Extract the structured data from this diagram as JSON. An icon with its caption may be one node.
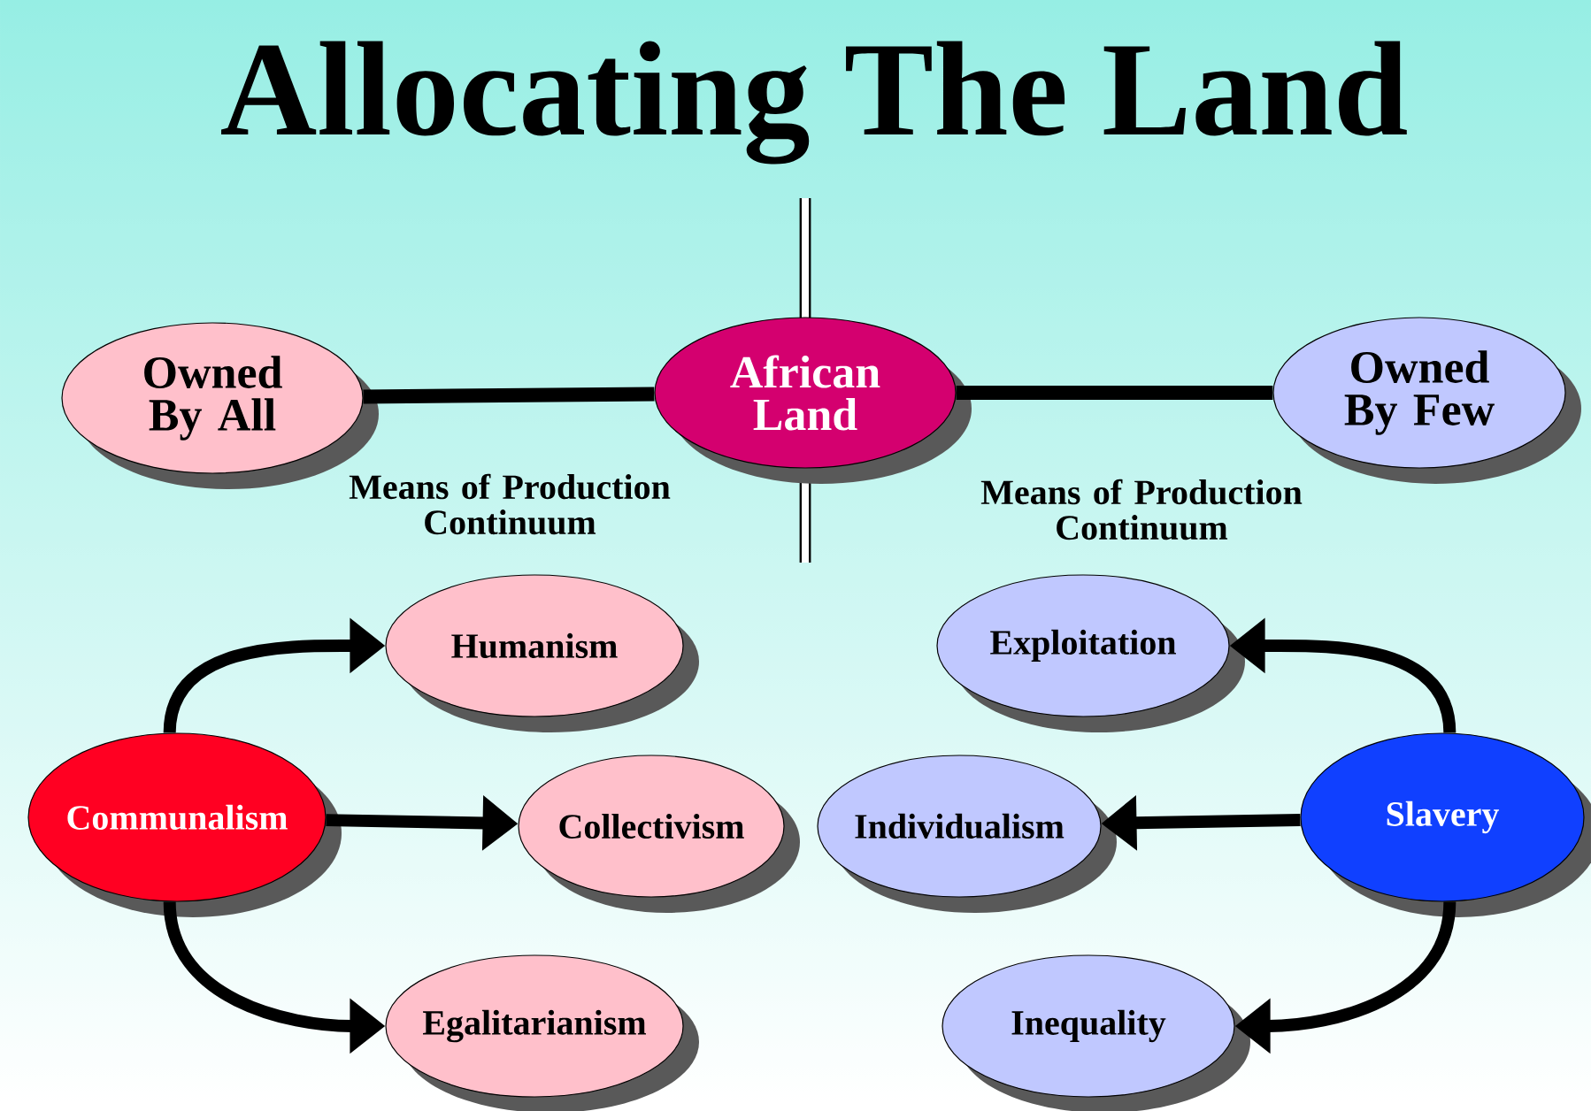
{
  "diagram": {
    "title": "Allocating The Land",
    "nodes": [
      {
        "text": [
          "Owned By All"
        ]
      },
      {
        "text": [
          "African Land"
        ]
      },
      {
        "text": [
          "Owned By Few"
        ]
      },
      {
        "text": [
          "Humanism"
        ]
      },
      {
        "text": [
          "Exploitation"
        ]
      },
      {
        "text": [
          "Communalism"
        ]
      },
      {
        "text": [
          "Collectivism"
        ]
      },
      {
        "text": [
          "Individualism"
        ]
      },
      {
        "text": [
          "Slavery"
        ]
      },
      {
        "text": [
          "Egalitarianism"
        ]
      },
      {
        "text": [
          "Inequality"
        ]
      }
    ],
    "edges": [
      {
        "from": 0,
        "to": 1,
        "arrow": "none",
        "label": "Means of Production Continuum"
      },
      {
        "from": 1,
        "to": 2,
        "arrow": "none",
        "label": "Means of Production Continuum"
      },
      {
        "from": 5,
        "to": 3,
        "arrow": "to"
      },
      {
        "from": 5,
        "to": 6,
        "arrow": "to"
      },
      {
        "from": 5,
        "to": 9,
        "arrow": "to"
      },
      {
        "from": 8,
        "to": 4,
        "arrow": "to"
      },
      {
        "from": 8,
        "to": 7,
        "arrow": "to"
      },
      {
        "from": 8,
        "to": 10,
        "arrow": "to"
      }
    ]
  }
}
